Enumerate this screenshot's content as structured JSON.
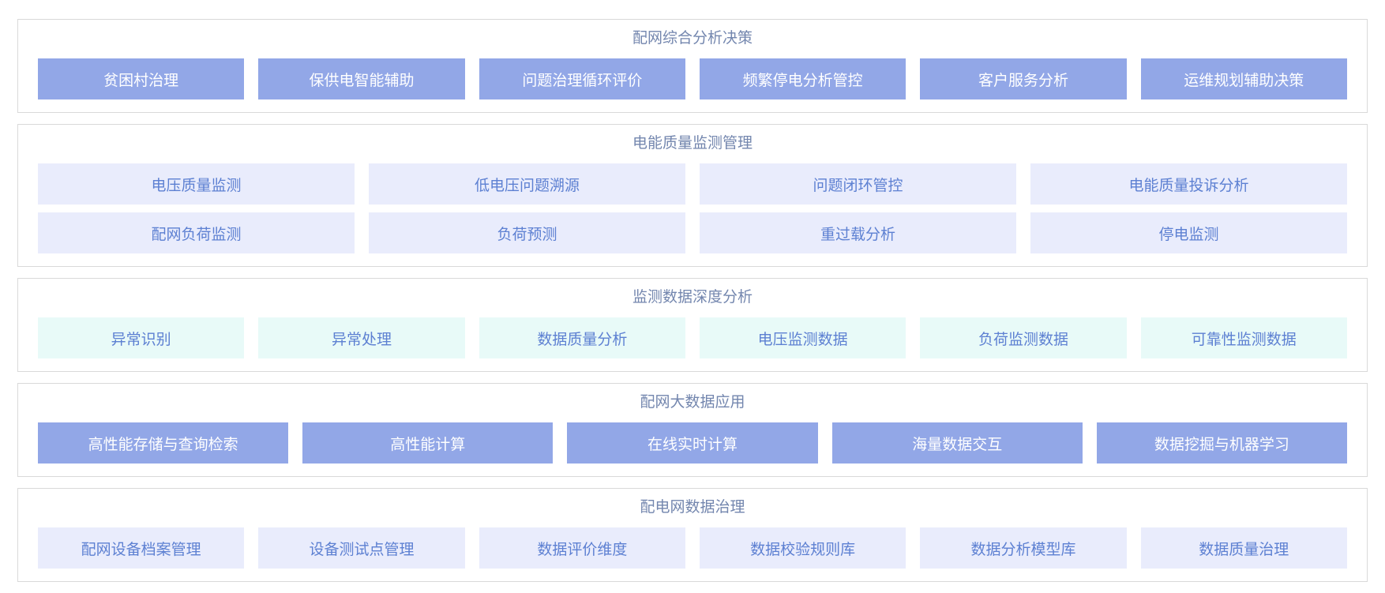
{
  "colors": {
    "solid_bg": "#92a7e7",
    "solid_text": "#ffffff",
    "lavender_bg": "#e9ecfc",
    "mint_bg": "#e8faf8",
    "light_text": "#5d80d2",
    "title": "#7386ae",
    "border": "#d9d9d9"
  },
  "sections": [
    {
      "title": "配网综合分析决策",
      "style": "solid",
      "rows": [
        [
          "贫困村治理",
          "保供电智能辅助",
          "问题治理循环评价",
          "频繁停电分析管控",
          "客户服务分析",
          "运维规划辅助决策"
        ]
      ]
    },
    {
      "title": "电能质量监测管理",
      "style": "lavender",
      "rows": [
        [
          "电压质量监测",
          "低电压问题溯源",
          "问题闭环管控",
          "电能质量投诉分析"
        ],
        [
          "配网负荷监测",
          "负荷预测",
          "重过载分析",
          "停电监测"
        ]
      ]
    },
    {
      "title": "监测数据深度分析",
      "style": "mint",
      "rows": [
        [
          "异常识别",
          "异常处理",
          "数据质量分析",
          "电压监测数据",
          "负荷监测数据",
          "可靠性监测数据"
        ]
      ]
    },
    {
      "title": "配网大数据应用",
      "style": "solid",
      "rows": [
        [
          "高性能存储与查询检索",
          "高性能计算",
          "在线实时计算",
          "海量数据交互",
          "数据挖掘与机器学习"
        ]
      ]
    },
    {
      "title": "配电网数据治理",
      "style": "lavender",
      "rows": [
        [
          "配网设备档案管理",
          "设备测试点管理",
          "数据评价维度",
          "数据校验规则库",
          "数据分析模型库",
          "数据质量治理"
        ]
      ]
    }
  ]
}
